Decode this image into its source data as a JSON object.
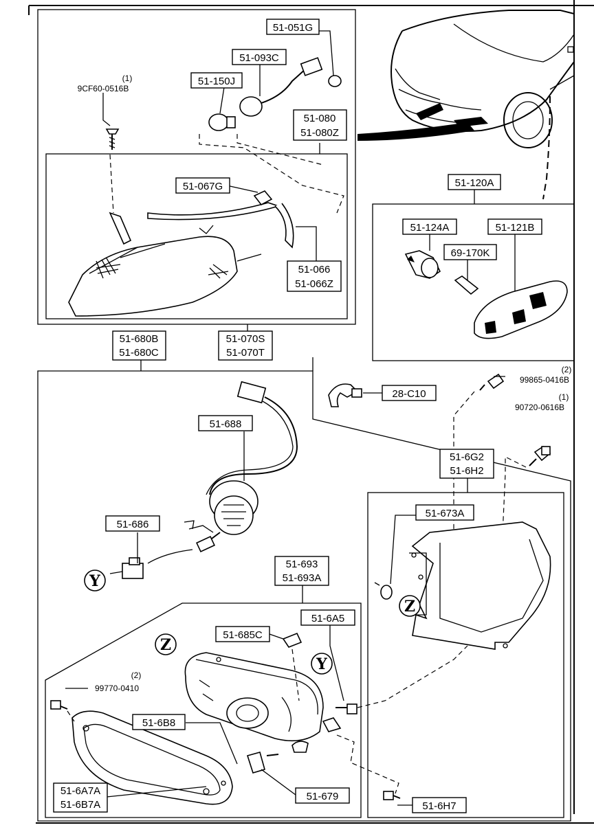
{
  "parts": {
    "p51_051G": "51-051G",
    "p51_093C": "51-093C",
    "p51_150J": "51-150J",
    "screw1_qty": "(1)",
    "screw1_code": "9CF60-0516B",
    "p51_080_a": "51-080",
    "p51_080_b": "51-080Z",
    "p51_067G": "51-067G",
    "p51_066_a": "51-066",
    "p51_066_b": "51-066Z",
    "p51_120A": "51-120A",
    "p51_124A": "51-124A",
    "p51_121B": "51-121B",
    "p69_170K": "69-170K",
    "p51_680_a": "51-680B",
    "p51_680_b": "51-680C",
    "p51_070_a": "51-070S",
    "p51_070_b": "51-070T",
    "p28_C10": "28-C10",
    "screw2_qty": "(2)",
    "screw2_code": "99865-0416B",
    "screw3_qty": "(1)",
    "screw3_code": "90720-0616B",
    "p51_688": "51-688",
    "p51_686": "51-686",
    "p51_6G2_a": "51-6G2",
    "p51_6G2_b": "51-6H2",
    "p51_673A": "51-673A",
    "p51_693_a": "51-693",
    "p51_693_b": "51-693A",
    "p51_685C": "51-685C",
    "p51_6A5": "51-6A5",
    "screw4_qty": "(2)",
    "screw4_code": "99770-0410",
    "p51_6B8": "51-6B8",
    "p51_6A7A_a": "51-6A7A",
    "p51_6A7A_b": "51-6B7A",
    "p51_679": "51-679",
    "p51_6H7": "51-6H7"
  },
  "callouts": {
    "y": "Y",
    "z": "Z"
  }
}
